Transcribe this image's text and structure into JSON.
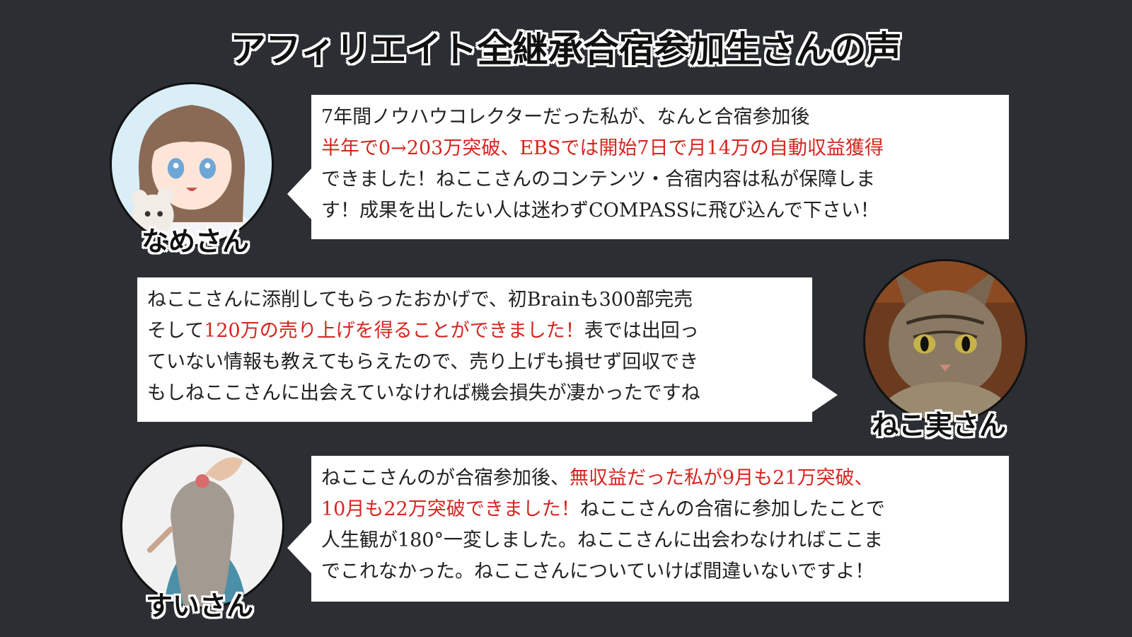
{
  "title": "アフィリエイト全継承合宿参加生さんの声",
  "testimonials": [
    {
      "name": "なめさん",
      "lines": [
        [
          {
            "t": "7年間ノウハウコレクターだった私が、なんと合宿参加後",
            "hl": false
          }
        ],
        [
          {
            "t": "半年で0→203万突破、EBSでは開始7日で月14万の自動収益獲得",
            "hl": true
          }
        ],
        [
          {
            "t": "できました！ねここさんのコンテンツ・合宿内容は私が保障しま",
            "hl": false
          }
        ],
        [
          {
            "t": "す！成果を出したい人は迷わずCOMPASSに飛び込んで下さい！",
            "hl": false
          }
        ]
      ]
    },
    {
      "name": "ねこ実さん",
      "lines": [
        [
          {
            "t": "ねここさんに添削してもらったおかげで、初Brainも300部完売",
            "hl": false
          }
        ],
        [
          {
            "t": "そして",
            "hl": false
          },
          {
            "t": "120万の売り上げを得ることができました！",
            "hl": true
          },
          {
            "t": "表では出回っ",
            "hl": false
          }
        ],
        [
          {
            "t": "ていない情報も教えてもらえたので、売り上げも損せず回収でき",
            "hl": false
          }
        ],
        [
          {
            "t": "もしねここさんに出会えていなければ機会損失が凄かったですね",
            "hl": false
          }
        ]
      ]
    },
    {
      "name": "すいさん",
      "lines": [
        [
          {
            "t": "ねここさんのが合宿参加後、",
            "hl": false
          },
          {
            "t": "無収益だった私が9月も21万突破、",
            "hl": true
          }
        ],
        [
          {
            "t": "10月も22万突破できました！",
            "hl": true
          },
          {
            "t": "ねここさんの合宿に参加したことで",
            "hl": false
          }
        ],
        [
          {
            "t": "人生観が180°一変しました。ねここさんに出会わなければここま",
            "hl": false
          }
        ],
        [
          {
            "t": "でこれなかった。ねここさんについていけば間違いないですよ！",
            "hl": false
          }
        ]
      ]
    }
  ]
}
